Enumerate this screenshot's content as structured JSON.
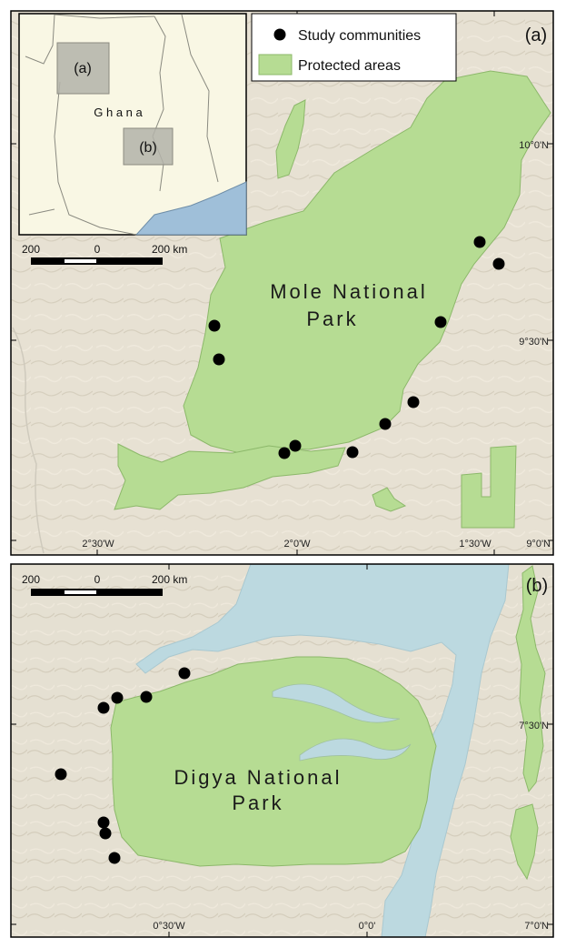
{
  "panel_a": {
    "label": "(a)",
    "park_name_line1": "Mole National",
    "park_name_line2": "Park",
    "legend": {
      "communities_label": "Study communities",
      "protected_label": "Protected areas"
    },
    "inset": {
      "country_label": "G h a n a",
      "box_a_label": "(a)",
      "box_b_label": "(b)"
    },
    "scale": {
      "left": "200",
      "mid": "0",
      "right": "200 km"
    },
    "lat_labels": [
      "10°0'N",
      "9°30'N",
      "9°0'N"
    ],
    "lon_labels": [
      "2°30'W",
      "2°0'W",
      "1°30'W"
    ]
  },
  "panel_b": {
    "label": "(b)",
    "park_name_line1": "Digya National",
    "park_name_line2": "Park",
    "scale": {
      "left": "200",
      "mid": "0",
      "right": "200 km"
    },
    "lat_labels": [
      "7°30'N",
      "7°0'N"
    ],
    "lon_labels": [
      "0°30'W",
      "0°0'"
    ]
  },
  "colors": {
    "terrain": "#e7e1d3",
    "protected": "#b6dc93",
    "protected_stroke": "#8cb86a",
    "water": "#bcd9e0",
    "inset_land": "#f9f7e4",
    "inset_sea": "#9fbfd9",
    "inset_box": "#b3b3a9",
    "community": "#000000"
  }
}
